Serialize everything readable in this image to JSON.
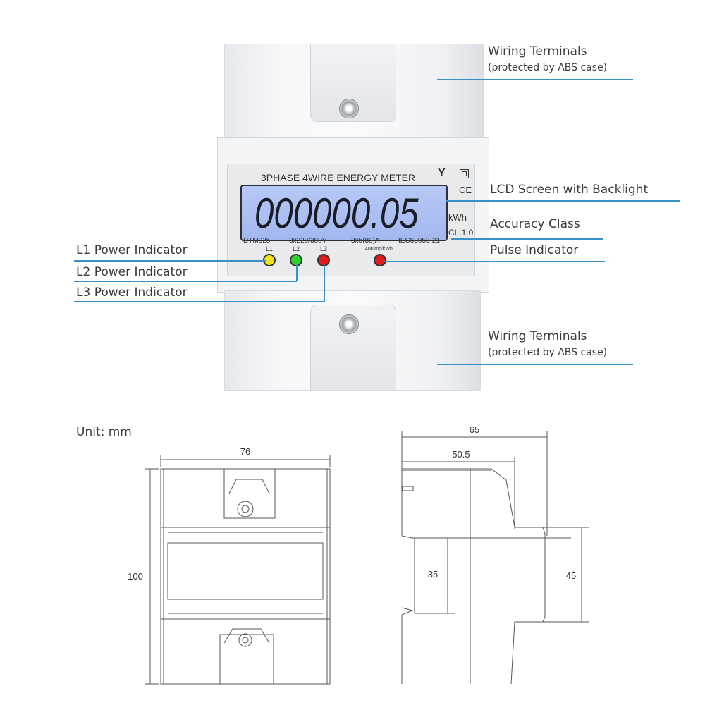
{
  "callouts": {
    "wiring_top_title": "Wiring Terminals",
    "wiring_top_sub": "(protected by ABS case)",
    "lcd": "LCD Screen with Backlight",
    "accuracy": "Accuracy Class",
    "pulse": "Pulse Indicator",
    "l1": "L1 Power Indicator",
    "l2": "L2 Power Indicator",
    "l3": "L3 Power Indicator",
    "wiring_bottom_title": "Wiring Terminals",
    "wiring_bottom_sub": "(protected by ABS case)"
  },
  "meter": {
    "title": "3PHASE  4WIRE  ENERGY  METER",
    "reading": "000000.05",
    "unit": "kWh",
    "class": "CL.1.0",
    "ce": "CE",
    "model": "DTM025",
    "voltage": "3x220/380V",
    "current": "3x5(80)A",
    "standard": "IEC62053-21",
    "pulse_rate": "400imp/kWh",
    "led_labels": [
      "L1",
      "L2",
      "L3"
    ],
    "led_colors": {
      "l1": "#f2e21a",
      "l2": "#2fd12f",
      "l3": "#e01b1b",
      "pulse": "#e01b1b"
    },
    "backlight_color": "#a8bdf2"
  },
  "dimensions": {
    "unit_label": "Unit: mm",
    "width": "76",
    "height": "100",
    "depth_total": "65",
    "depth_body": "50.5",
    "rail_inner": "35",
    "front_height": "45"
  }
}
